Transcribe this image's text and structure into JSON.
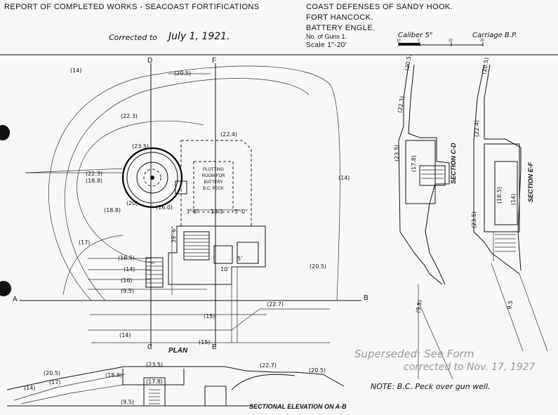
{
  "header": {
    "report_title": "REPORT OF COMPLETED WORKS - SEACOAST FORTIFICATIONS",
    "corrected_label": "Corrected to",
    "corrected_date": "July 1, 1921.",
    "coast_defenses": "COAST DEFENSES OF SANDY HOOK.",
    "fort": "FORT HANCOCK.",
    "battery": "BATTERY ENGLE.",
    "no_of_guns": "No. of Guns 1.",
    "caliber": "Caliber 5\"",
    "carriage": "Carriage B.P.",
    "scale": "Scale 1\"-20'",
    "scale_ticks": [
      "10",
      "0",
      "10",
      "20"
    ]
  },
  "plan": {
    "caption": "PLAN",
    "line_labels": {
      "c": "C",
      "d": "D",
      "e": "E",
      "f": "F",
      "a": "A",
      "b": "B"
    },
    "room_label": [
      "PLOTTING",
      "ROOM FOR",
      "BATTERY",
      "B.C. PECK"
    ],
    "dims": [
      "(14)",
      "(20.5)",
      "(22.3)",
      "(23.5)",
      "(22.4)",
      "(22.3)",
      "(18.8)",
      "(18.8)",
      "(20)",
      "(16.0)",
      "(14)",
      "(17)",
      "(16.5)",
      "(14)",
      "(10)",
      "(9.5)",
      "(20.5)",
      "(22.7)",
      "(15)",
      "(14)",
      "(15)",
      "3'-6\"",
      "13'3",
      "5'-0\"",
      "39'-6\"",
      "10'",
      "5'"
    ]
  },
  "sections": {
    "cd_label": "SECTION C-D",
    "ef_label": "SECTION E-F",
    "cd_dims": [
      "(20.5)",
      "(22.3)",
      "(23.5)",
      "(17.8)",
      "(9.5)"
    ],
    "ef_dims": [
      "(20.5)",
      "(22.4)",
      "(16.5)",
      "(14)",
      "(23.5)",
      "9.5"
    ]
  },
  "elevation": {
    "caption": "SECTIONAL ELEVATION ON A-B",
    "dims": [
      "(20.5)",
      "(17)",
      "(14)",
      "(18.8)",
      "(23.5)",
      "(17.8)",
      "(22.7)",
      "(20.5)",
      "(9.5)"
    ]
  },
  "annotations": {
    "superseded": "Superseded: See Form",
    "superseded_date": "corrected to Nov. 17, 1927",
    "note": "NOTE: B.C. Peck over gun well."
  }
}
